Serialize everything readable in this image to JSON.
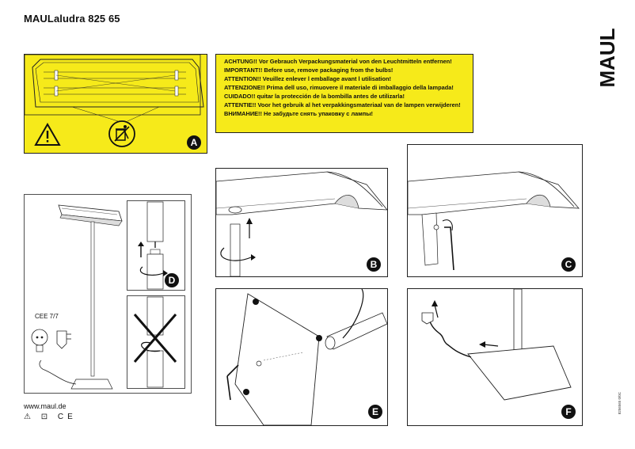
{
  "header": {
    "title": "MAULaludra 825 65",
    "brand": "MAUL"
  },
  "warnings": [
    "ACHTUNG!! Vor Gebrauch Verpackungsmaterial von den Leuchtmitteln entfernen!",
    "IMPORTANT!! Before use, remove packaging from the bulbs!",
    "ATTENTION!! Veuillez enlever l emballage avant l utilisation!",
    "ATTENZIONE!! Prima dell uso, rimuovere il materiale di imballaggio della lampada!",
    "CUIDADO!! quitar la protección de la bombilla antes de utilizarla!",
    "ATTENTIE!! Voor het gebruik al het verpakkingsmateriaal van de lampen verwijderen!",
    "ВНИМАНИЕ!! Не забудьте снять упаковку с лампы!"
  ],
  "steps": {
    "a": "A",
    "b": "B",
    "c": "C",
    "d": "D",
    "e": "E",
    "f": "F"
  },
  "plug_label": "CEE 7/7",
  "footer": {
    "url": "www.maul.de",
    "marks": "⚠ ⊡ CE",
    "doc_number": "8256565 0/0C"
  },
  "colors": {
    "warning_yellow": "#f6ea1a",
    "line": "#222222",
    "badge": "#111111"
  },
  "icons": [
    "warning-icon",
    "recycle-bin-icon",
    "plug-icon",
    "hex-key-icon"
  ]
}
